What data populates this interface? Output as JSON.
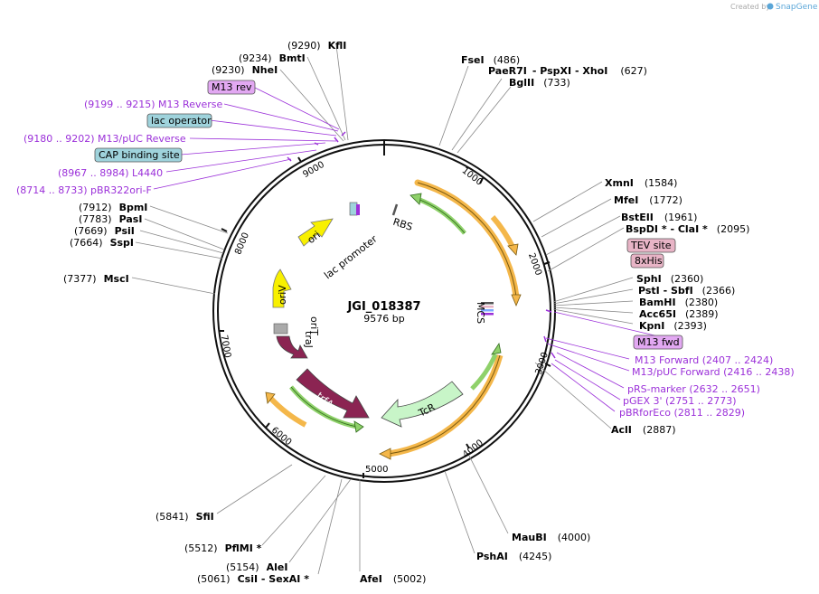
{
  "plasmid": {
    "name": "JGI_018387",
    "length": "9576 bp"
  },
  "credit": {
    "prefix": "Created by",
    "brand": "SnapGene"
  },
  "colors": {
    "purple": "#9b30d9",
    "orange_arrow": "#f4b74a",
    "green_arrow": "#8fd16a",
    "maroon": "#8b2452",
    "yellow": "#f8f000",
    "tcr": "#c8f5c8",
    "box_teal": "#9fd3dc",
    "box_purple": "#e2a8f2",
    "box_pink": "#e8b4c6"
  },
  "ticks": [
    "1000",
    "2000",
    "3000",
    "4000",
    "5000",
    "6000",
    "7000",
    "8000",
    "9000"
  ],
  "enzymes": [
    {
      "id": "kfli",
      "pos": "(9290)",
      "name": "KflI"
    },
    {
      "id": "bmti",
      "pos": "(9234)",
      "name": "BmtI"
    },
    {
      "id": "nhei",
      "pos": "(9230)",
      "name": "NheI"
    },
    {
      "id": "fsei",
      "name": "FseI",
      "pos": "(486)"
    },
    {
      "id": "paer7i",
      "name": "PaeR7I",
      "mid": "-  PspXI  -  XhoI",
      "pos": "(627)"
    },
    {
      "id": "bglii",
      "name": "BglII",
      "pos": "(733)"
    },
    {
      "id": "xmni",
      "name": "XmnI",
      "pos": "(1584)"
    },
    {
      "id": "mfei",
      "name": "MfeI",
      "pos": "(1772)"
    },
    {
      "id": "bsteii",
      "name": "BstEII",
      "pos": "(1961)"
    },
    {
      "id": "bspdi",
      "name": "BspDI *  -  ClaI *",
      "pos": "(2095)"
    },
    {
      "id": "sphi",
      "name": "SphI",
      "pos": "(2360)"
    },
    {
      "id": "psti",
      "name": "PstI  -  SbfI",
      "pos": "(2366)"
    },
    {
      "id": "bamhi",
      "name": "BamHI",
      "pos": "(2380)"
    },
    {
      "id": "acc65i",
      "name": "Acc65I",
      "pos": "(2389)"
    },
    {
      "id": "kpni",
      "name": "KpnI",
      "pos": "(2393)"
    },
    {
      "id": "acli",
      "name": "AclI",
      "pos": "(2887)"
    },
    {
      "id": "maubi",
      "name": "MauBI",
      "pos": "(4000)"
    },
    {
      "id": "pshai",
      "name": "PshAI",
      "pos": "(4245)"
    },
    {
      "id": "afei",
      "name": "AfeI",
      "pos": "(5002)"
    },
    {
      "id": "csii",
      "pos": "(5061)",
      "name": "CsiI  -  SexAI *"
    },
    {
      "id": "alei",
      "pos": "(5154)",
      "name": "AleI"
    },
    {
      "id": "pflmi",
      "pos": "(5512)",
      "name": "PflMI *"
    },
    {
      "id": "sfii",
      "pos": "(5841)",
      "name": "SfiI"
    },
    {
      "id": "msci",
      "pos": "(7377)",
      "name": "MscI"
    },
    {
      "id": "sspi",
      "pos": "(7664)",
      "name": "SspI"
    },
    {
      "id": "psii",
      "pos": "(7669)",
      "name": "PsiI"
    },
    {
      "id": "pasi",
      "pos": "(7783)",
      "name": "PasI"
    },
    {
      "id": "bpmi",
      "pos": "(7912)",
      "name": "BpmI"
    }
  ],
  "primers_left": [
    {
      "id": "m13rev",
      "text": "(9199 .. 9215)  M13 Reverse"
    },
    {
      "id": "m13puc_rev",
      "text": "(9180 .. 9202)  M13/pUC Reverse"
    },
    {
      "id": "l4440",
      "text": "(8967 .. 8984)  L4440"
    },
    {
      "id": "pbr322ori",
      "text": "(8714 .. 8733)  pBR322ori-F"
    }
  ],
  "primers_right": [
    {
      "id": "m13fwd",
      "text": "M13 Forward    (2407 .. 2424)"
    },
    {
      "id": "m13puc_fwd",
      "text": "M13/pUC Forward    (2416 .. 2438)"
    },
    {
      "id": "prs",
      "text": "pRS-marker    (2632 .. 2651)"
    },
    {
      "id": "pgex",
      "text": "pGEX 3'    (2751 .. 2773)"
    },
    {
      "id": "pbrfor",
      "text": "pBRforEco    (2811 .. 2829)"
    }
  ],
  "boxes": {
    "m13_rev": "M13 rev",
    "lac_operator": "lac operator",
    "cap_site": "CAP binding site",
    "tev_site": "TEV site",
    "his8": "8xHis",
    "m13_fwd": "M13 fwd"
  },
  "features": {
    "ori": "ori",
    "lac_promoter": "lac promoter",
    "rbs": "RBS",
    "mcs": "MCS",
    "oriv": "oriV",
    "orit": "oriT",
    "traj": "traJ",
    "trfa": "trfA",
    "tcr": "TcR"
  }
}
